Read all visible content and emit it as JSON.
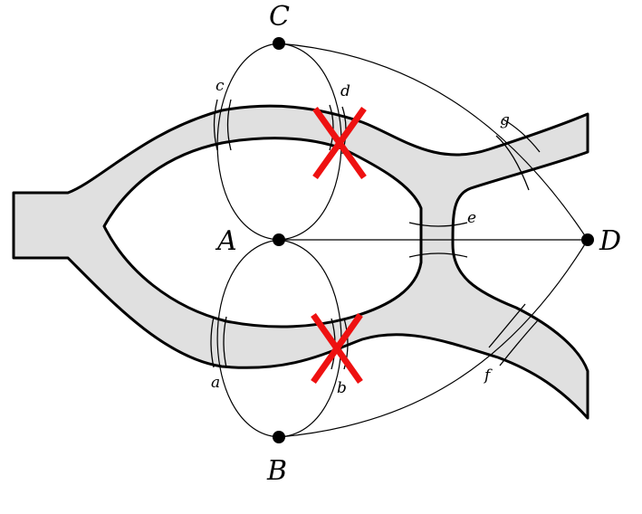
{
  "diagram": {
    "nodes": {
      "A": "A",
      "B": "B",
      "C": "C",
      "D": "D"
    },
    "bridges": {
      "a": "a",
      "b": "b",
      "c": "c",
      "d": "d",
      "e": "e",
      "f": "f",
      "g": "g"
    },
    "colors": {
      "river_fill": "#e0e0e0",
      "river_outline": "#000000",
      "cross": "#ee1111",
      "edge": "#000000"
    },
    "removed_bridges": [
      "b",
      "d"
    ]
  }
}
